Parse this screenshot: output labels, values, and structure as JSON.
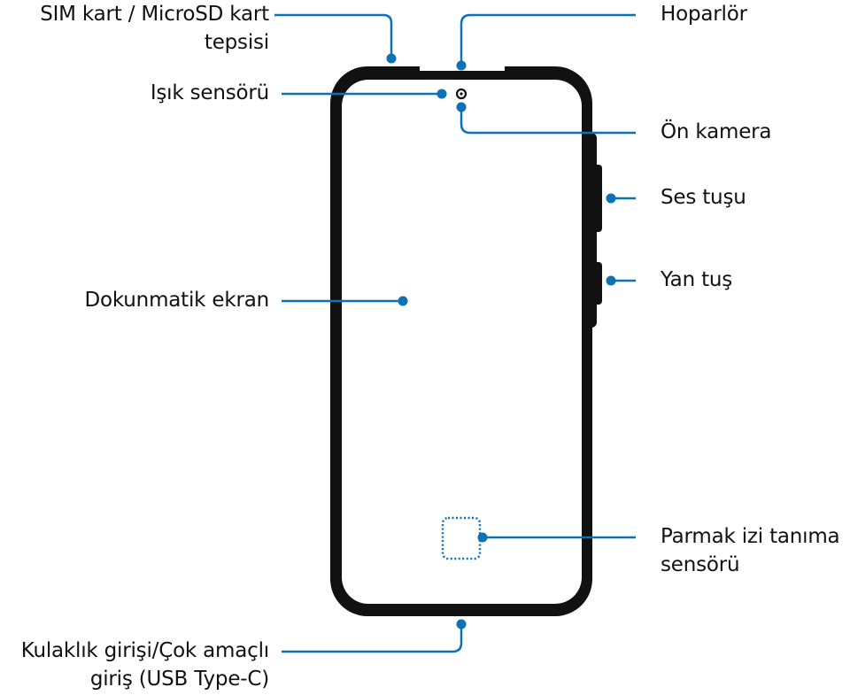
{
  "labels": {
    "sim_tray": [
      "SIM kart / MicroSD kart",
      "tepsisi"
    ],
    "speaker": "Hoparlör",
    "light_sensor": "Işık sensörü",
    "front_camera": "Ön kamera",
    "volume_key": "Ses tuşu",
    "side_key": "Yan tuş",
    "touchscreen": "Dokunmatik ekran",
    "fingerprint": [
      "Parmak izi tanıma",
      "sensörü"
    ],
    "audio_port": [
      "Kulaklık girişi/Çok amaçlı",
      "giriş (USB Type-C)"
    ]
  },
  "colors": {
    "leader": "#0a72b5",
    "phone_frame": "#111111",
    "phone_fill": "#ffffff"
  }
}
